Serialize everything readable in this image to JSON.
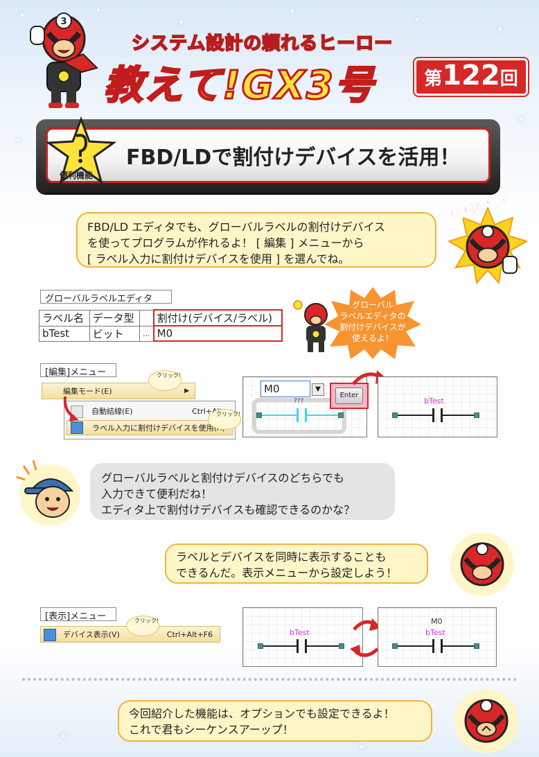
{
  "header": {
    "subtitle": "システム設計の頼れるヒーロー",
    "title_main": "教えて!GX3号",
    "episode_prefix": "第",
    "episode_number": "122",
    "episode_suffix": "回",
    "hero_badge_number": "3"
  },
  "banner": {
    "tag": "便利機能",
    "title": "FBD/LDで割付けデバイスを活用！"
  },
  "useful_function_stamp": "便利な機能",
  "intro_bubble": {
    "lines": [
      "FBD/LD エディタでも、グローバルラベルの割付けデバイス",
      "を使ってプログラムが作れるよ！ [ 編集 ] メニューから",
      "[ ラベル入力に割付けデバイスを使用 ] を選んでね。"
    ]
  },
  "global_label_editor": {
    "window_title": "グローバルラベルエディタ",
    "columns": [
      "ラベル名",
      "データ型",
      "",
      "割付け(デバイス/ラベル)"
    ],
    "row": [
      "bTest",
      "ビット",
      "...",
      "M0"
    ]
  },
  "starburst_note": {
    "lines": [
      "グローバル",
      "ラベルエディタの",
      "割付けデバイスが",
      "使えるよ！"
    ]
  },
  "edit_menu": {
    "window_title": "[編集]メニュー",
    "item_edit_mode": "編集モード(E)",
    "item_auto_connect": "自動結線(E)",
    "item_auto_connect_shortcut": "Ctrl+Alt+",
    "item_use_assigned": "ラベル入力に割付けデバイスを使用(A)",
    "click_label": "クリック!"
  },
  "ladder_edit": {
    "input_value": "M0",
    "unknown_label": "???",
    "enter_button": "Enter",
    "result_label": "bTest"
  },
  "kid_bubble": {
    "lines": [
      "グローバルラベルと割付けデバイスのどちらでも",
      "入力できて便利だね！",
      "エディタ上で割付けデバイスも確認できるのかな？"
    ]
  },
  "hero_bubble_2": {
    "lines": [
      "ラベルとデバイスを同時に表示することも",
      "できるんだ。表示メニューから設定しよう！"
    ]
  },
  "view_menu": {
    "window_title": "[表示]メニュー",
    "item_device_display": "デバイス表示(V)",
    "item_device_display_shortcut": "Ctrl+Alt+F6",
    "click_label": "クリック!"
  },
  "ladder_view": {
    "left_label": "bTest",
    "right_device": "M0",
    "right_label": "bTest"
  },
  "final_bubble": {
    "lines": [
      "今回紹介した機能は、オプションでも設定できるよ！",
      "これで君もシーケンスアーップ！"
    ]
  },
  "colors": {
    "hero_red": "#d72727",
    "title_yellow": "#ffe23a",
    "bubble_yellow": "#fff6c8",
    "bubble_border": "#f0b23a",
    "bubble_gray": "#e4e4e4",
    "label_magenta": "#e030e0",
    "selection_cyan": "#38d8e8"
  }
}
